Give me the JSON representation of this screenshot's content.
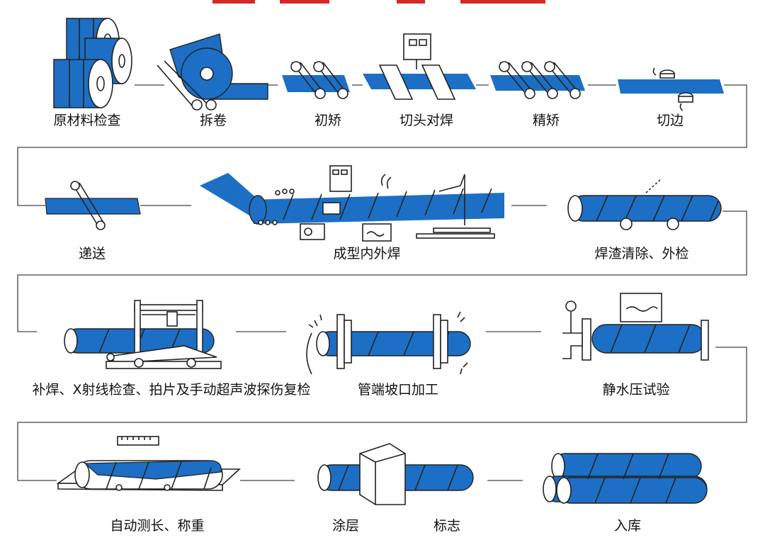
{
  "header": {
    "title_fragment": ""
  },
  "steps": [
    {
      "id": "raw-material-inspection",
      "label": "原材料检查"
    },
    {
      "id": "uncoiling",
      "label": "拆卷"
    },
    {
      "id": "initial-straightening",
      "label": "初矫"
    },
    {
      "id": "end-cut-butt-weld",
      "label": "切头对焊"
    },
    {
      "id": "fine-straightening",
      "label": "精矫"
    },
    {
      "id": "edge-trimming",
      "label": "切边"
    },
    {
      "id": "conveying",
      "label": "递送"
    },
    {
      "id": "forming-welding",
      "label": "成型内外焊"
    },
    {
      "id": "slag-removal-inspection",
      "label": "焊渣清除、外检"
    },
    {
      "id": "repair-xray-ultrasonic",
      "label": "补焊、X射线检查、拍片及手动超声波探伤复检"
    },
    {
      "id": "pipe-end-beveling",
      "label": "管端坡口加工"
    },
    {
      "id": "hydrostatic-test",
      "label": "静水压试验"
    },
    {
      "id": "auto-length-weigh",
      "label": "自动测长、称重"
    },
    {
      "id": "coating",
      "label": "涂层"
    },
    {
      "id": "marking",
      "label": "标志"
    },
    {
      "id": "warehousing",
      "label": "入库"
    }
  ],
  "colors": {
    "steel_blue": "#1c6fc4",
    "outline": "#222222",
    "connector": "#444444",
    "header_red": "#d62828"
  }
}
